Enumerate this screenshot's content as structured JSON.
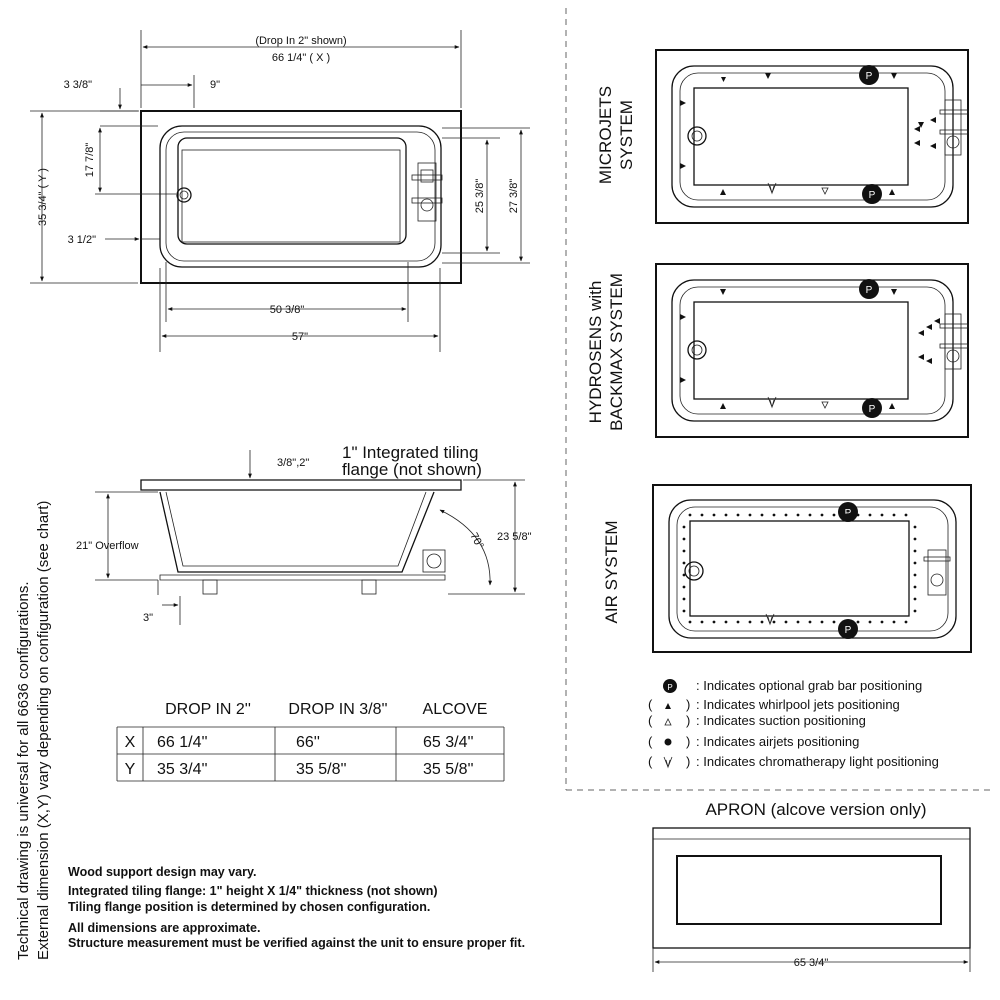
{
  "top_view": {
    "drop_in_note": "(Drop In 2\" shown)",
    "x_dim": "66 1/4\" ( X )",
    "y_dim": "35 3/4\" ( Y )",
    "dims": {
      "d_3_3_8": "3 3/8\"",
      "d_9": "9\"",
      "d_17_7_8": "17 7/8\"",
      "d_3_1_2": "3 1/2\"",
      "d_25_3_8": "25 3/8\"",
      "d_27_3_8": "27 3/8\"",
      "d_50_3_8": "50 3/8\"",
      "d_57": "57\""
    }
  },
  "side_view": {
    "flange_label_line1": "1\" Integrated tiling",
    "flange_label_line2": "flange (not shown)",
    "d_flange": "3/8\",2\"",
    "overflow": "21\" Overflow",
    "angle": "70°",
    "height": "23 5/8\"",
    "base": "3\""
  },
  "systems": [
    {
      "name_line1": "MICROJETS",
      "name_line2": "SYSTEM"
    },
    {
      "name_line1": "HYDROSENS with",
      "name_line2": "BACKMAX SYSTEM"
    },
    {
      "name_line1": "AIR SYSTEM",
      "name_line2": ""
    }
  ],
  "grab_bar_letter": "P",
  "legend": [
    {
      "symbol": "grab-bar",
      "text": ": Indicates optional grab bar positioning"
    },
    {
      "symbol": "whirlpool-jet",
      "text": ": Indicates whirlpool jets positioning"
    },
    {
      "symbol": "suction",
      "text": ": Indicates suction positioning"
    },
    {
      "symbol": "airjet",
      "text": ": Indicates airjets positioning"
    },
    {
      "symbol": "chromatherapy",
      "text": ": Indicates chromatherapy light positioning"
    }
  ],
  "table": {
    "headers": [
      "",
      "DROP IN 2''",
      "DROP IN 3/8''",
      "ALCOVE"
    ],
    "rows": [
      [
        "X",
        "66 1/4''",
        "66''",
        "65 3/4''"
      ],
      [
        "Y",
        "35 3/4''",
        "35 5/8''",
        "35 5/8''"
      ]
    ]
  },
  "side_note": {
    "line1": "Technical drawing is universal for all 6636 configurations.",
    "line2": "External dimension (X,Y) vary depending on configuration (see chart)"
  },
  "notes": [
    "Wood support design may vary.",
    "Integrated tiling flange: 1\" height X 1/4\" thickness (not shown)",
    "Tiling flange position is determined by chosen configuration.",
    "All dimensions are approximate.",
    "Structure measurement must be verified against the unit to ensure proper fit."
  ],
  "apron": {
    "title": "APRON (alcove version only)",
    "width": "65 3/4\""
  }
}
